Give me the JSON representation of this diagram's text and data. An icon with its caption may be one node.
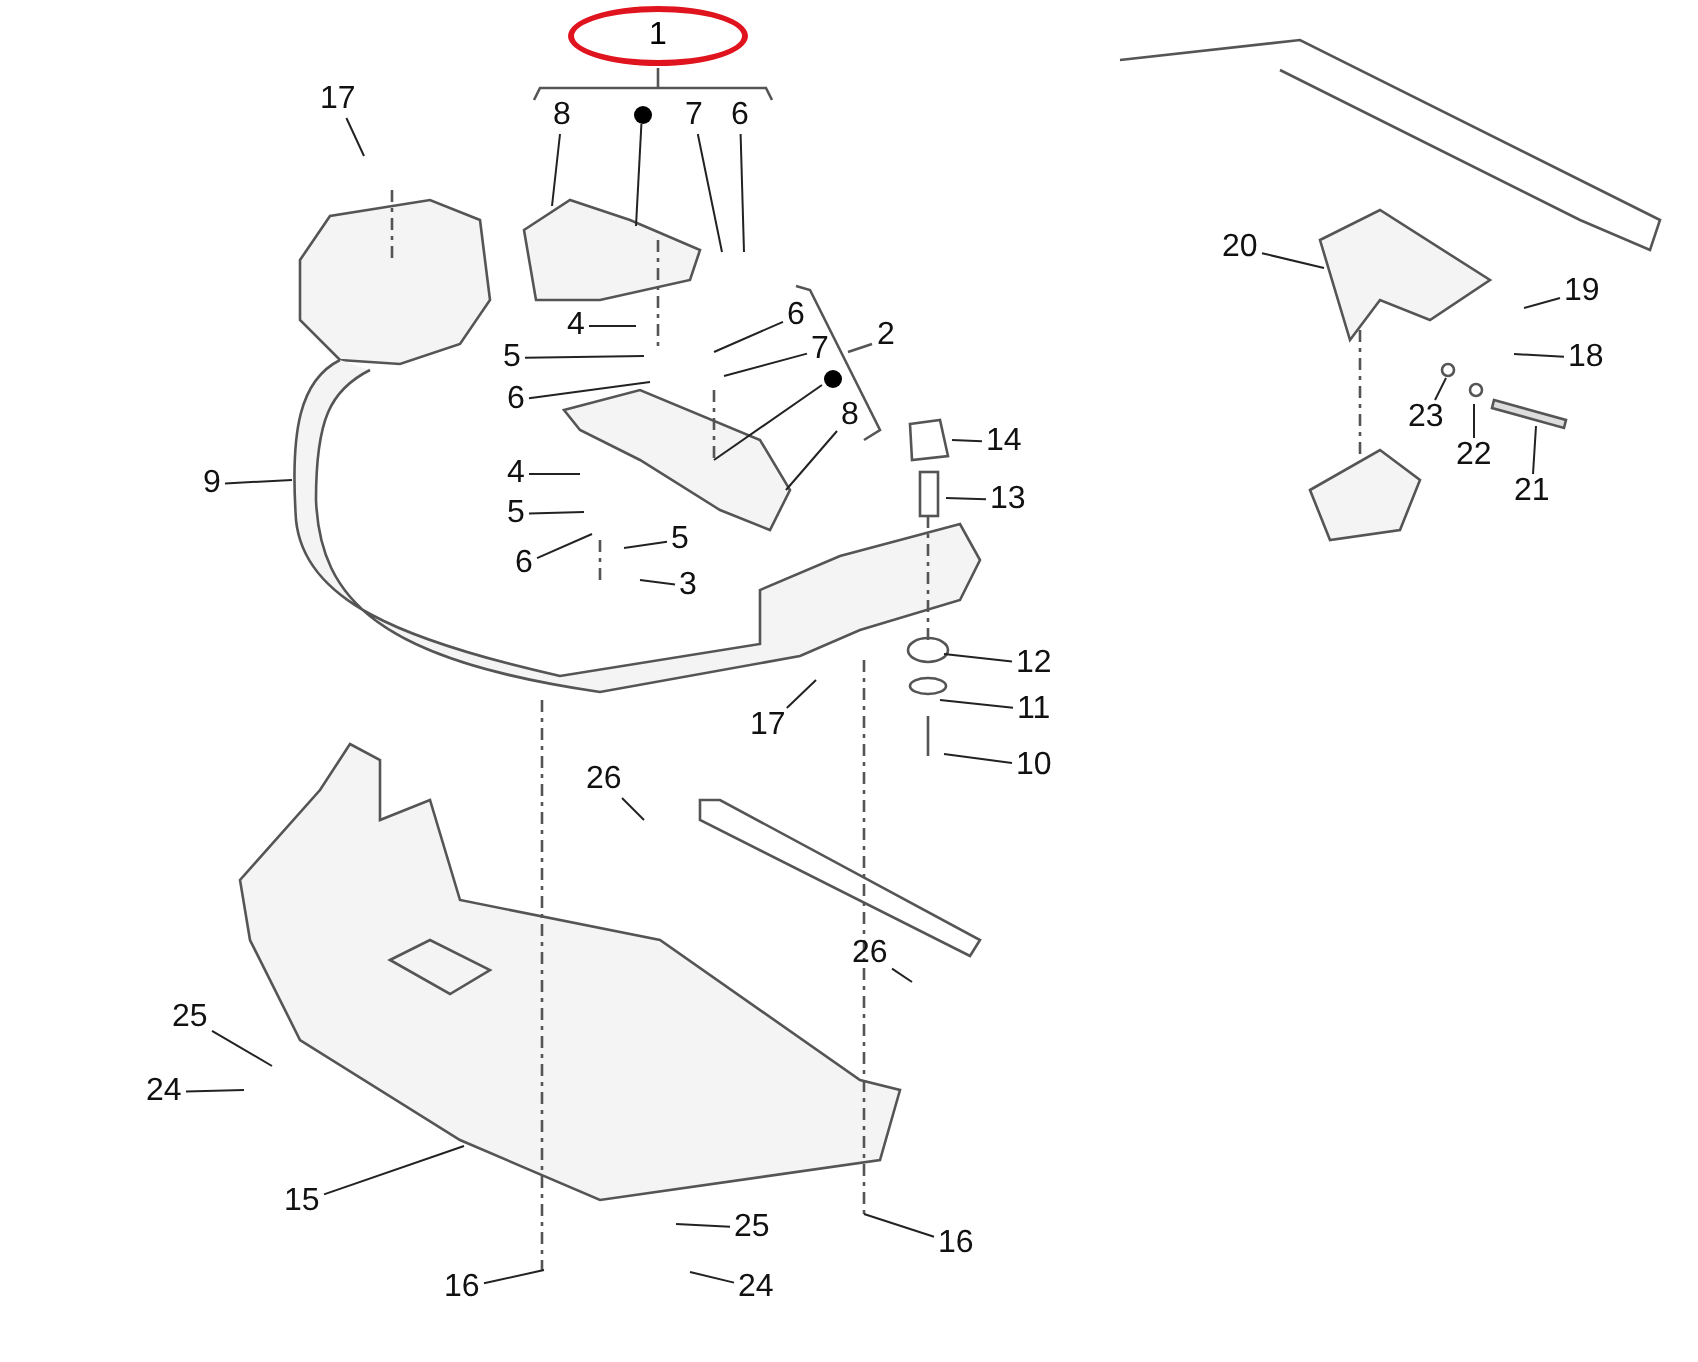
{
  "diagram": {
    "nodes": [
      {
        "text": [
          "1"
        ]
      },
      {
        "text": [
          "17"
        ]
      },
      {
        "text": [
          "8"
        ]
      },
      {
        "text": [],
        "shape": "circle"
      },
      {
        "text": [
          "7"
        ]
      },
      {
        "text": [
          "6"
        ]
      },
      {
        "text": [
          "20"
        ]
      },
      {
        "text": [
          "19"
        ]
      },
      {
        "text": [
          "6"
        ]
      },
      {
        "text": [
          "4"
        ]
      },
      {
        "text": [
          "7"
        ]
      },
      {
        "text": [
          "5"
        ]
      },
      {
        "text": [
          "18"
        ]
      },
      {
        "text": [],
        "shape": "circle"
      },
      {
        "text": [
          "6"
        ]
      },
      {
        "text": [
          "23"
        ]
      },
      {
        "text": [
          "8"
        ]
      },
      {
        "text": [
          "14"
        ]
      },
      {
        "text": [
          "22"
        ]
      },
      {
        "text": [
          "4"
        ]
      },
      {
        "text": [
          "9"
        ]
      },
      {
        "text": [
          "21"
        ]
      },
      {
        "text": [
          "13"
        ]
      },
      {
        "text": [
          "5"
        ]
      },
      {
        "text": [
          "5"
        ]
      },
      {
        "text": [
          "6"
        ]
      },
      {
        "text": [
          "3"
        ]
      },
      {
        "text": [
          "12"
        ]
      },
      {
        "text": [
          "11"
        ]
      },
      {
        "text": [
          "17"
        ]
      },
      {
        "text": [
          "10"
        ]
      },
      {
        "text": [
          "26"
        ]
      },
      {
        "text": [
          "26"
        ]
      },
      {
        "text": [
          "25"
        ]
      },
      {
        "text": [
          "24"
        ]
      },
      {
        "text": [
          "15"
        ]
      },
      {
        "text": [
          "25"
        ]
      },
      {
        "text": [
          "16"
        ]
      },
      {
        "text": [
          "16"
        ]
      },
      {
        "text": [
          "24"
        ]
      }
    ],
    "edges": [
      {
        "from": 1,
        "to": null,
        "arrow": "none"
      },
      {
        "from": 2,
        "to": null,
        "arrow": "none"
      },
      {
        "from": 3,
        "to": null,
        "arrow": "none"
      },
      {
        "from": 4,
        "to": null,
        "arrow": "none"
      },
      {
        "from": 5,
        "to": null,
        "arrow": "none"
      },
      {
        "from": 6,
        "to": null,
        "arrow": "none"
      },
      {
        "from": 7,
        "to": null,
        "arrow": "none"
      },
      {
        "from": 8,
        "to": null,
        "arrow": "none"
      },
      {
        "from": 9,
        "to": null,
        "arrow": "none"
      },
      {
        "from": 10,
        "to": null,
        "arrow": "none"
      },
      {
        "from": 11,
        "to": null,
        "arrow": "none"
      },
      {
        "from": 12,
        "to": null,
        "arrow": "none"
      },
      {
        "from": 13,
        "to": null,
        "arrow": "none"
      },
      {
        "from": 14,
        "to": null,
        "arrow": "none"
      },
      {
        "from": 15,
        "to": null,
        "arrow": "none"
      },
      {
        "from": 16,
        "to": null,
        "arrow": "none"
      },
      {
        "from": 17,
        "to": null,
        "arrow": "none"
      },
      {
        "from": 18,
        "to": null,
        "arrow": "none"
      },
      {
        "from": 19,
        "to": null,
        "arrow": "none"
      },
      {
        "from": 20,
        "to": null,
        "arrow": "none"
      },
      {
        "from": 21,
        "to": null,
        "arrow": "none"
      },
      {
        "from": 22,
        "to": null,
        "arrow": "none"
      },
      {
        "from": 23,
        "to": null,
        "arrow": "none"
      },
      {
        "from": 24,
        "to": null,
        "arrow": "none"
      },
      {
        "from": 25,
        "to": null,
        "arrow": "none"
      },
      {
        "from": 26,
        "to": null,
        "arrow": "none"
      },
      {
        "from": 27,
        "to": null,
        "arrow": "none"
      },
      {
        "from": 28,
        "to": null,
        "arrow": "none"
      },
      {
        "from": 29,
        "to": null,
        "arrow": "none"
      },
      {
        "from": 30,
        "to": null,
        "arrow": "none"
      },
      {
        "from": 31,
        "to": null,
        "arrow": "none"
      },
      {
        "from": 32,
        "to": null,
        "arrow": "none"
      },
      {
        "from": 33,
        "to": null,
        "arrow": "none"
      },
      {
        "from": 34,
        "to": null,
        "arrow": "none"
      },
      {
        "from": 35,
        "to": null,
        "arrow": "none"
      },
      {
        "from": 36,
        "to": null,
        "arrow": "none"
      },
      {
        "from": 37,
        "to": null,
        "arrow": "none"
      },
      {
        "from": 38,
        "to": null,
        "arrow": "none"
      },
      {
        "from": 39,
        "to": null,
        "arrow": "none"
      }
    ],
    "labels": [
      "2"
    ]
  }
}
